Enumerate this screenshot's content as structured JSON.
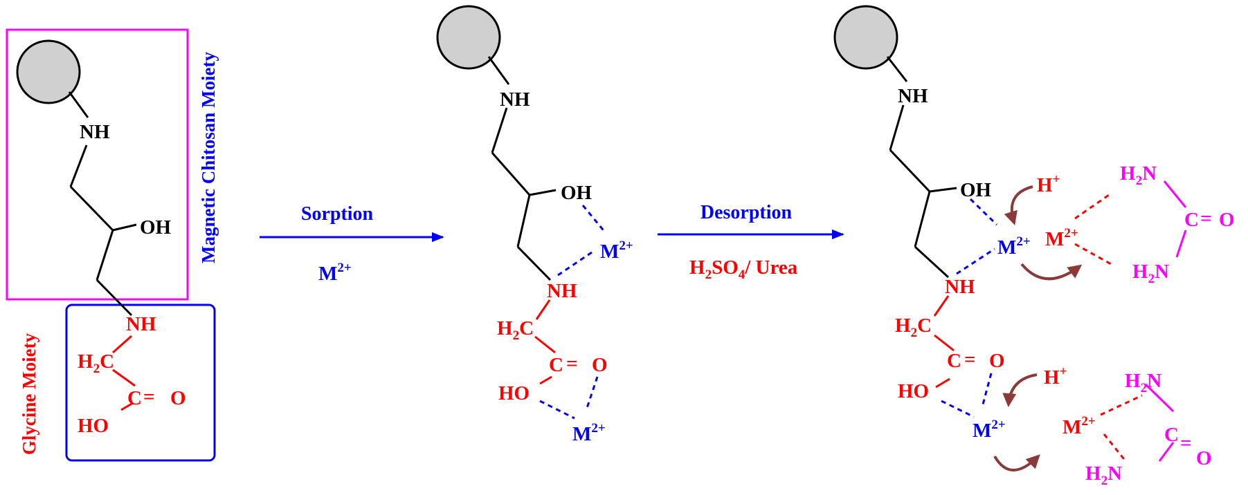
{
  "colors": {
    "black": "#000000",
    "red": "#ff0000",
    "blue": "#0000ff",
    "magenta": "#ff00ff",
    "brown": "#8b3a3a",
    "bead_fill": "#d0d0d0"
  },
  "boxes": {
    "magnetic_chitosan_moiety": "Magnetic Chitosan Moiety",
    "glycine_moiety": "Glycine Moiety"
  },
  "atoms": {
    "nh": "NH",
    "oh": "OH",
    "h2c": {
      "main": "H",
      "sub": "2",
      "tail": "C"
    },
    "c": "C",
    "eq": "=",
    "o": "O",
    "ho": "HO",
    "metal": {
      "main": "M",
      "sup": "2+"
    },
    "proton": {
      "main": "H",
      "sup": "+"
    },
    "h2n": {
      "main": "H",
      "sub": "2",
      "tail": "N"
    }
  },
  "arrows": {
    "sorption": {
      "top": "Sorption",
      "bottom": {
        "main": "M",
        "sup": "2+"
      }
    },
    "desorption": {
      "top": "Desorption",
      "bottom": {
        "h": "H",
        "s2": "2",
        "so": "SO",
        "s4": "4",
        "rest": "/ Urea"
      }
    }
  }
}
